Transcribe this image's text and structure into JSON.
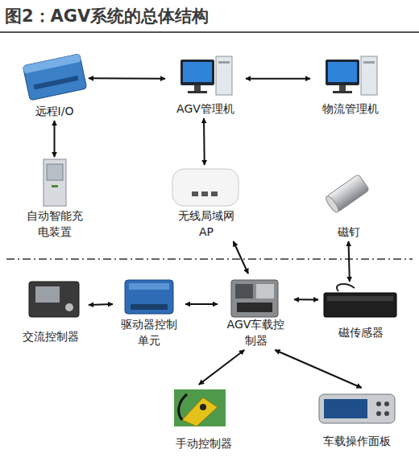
{
  "diagram": {
    "title": "图2：AGV系统的总体结构",
    "nodes": [
      {
        "text": [
          "远程I/O"
        ]
      },
      {
        "text": [
          "AGV管理机"
        ]
      },
      {
        "text": [
          "物流管理机"
        ]
      },
      {
        "text": [
          "自动智能充 电装置"
        ]
      },
      {
        "text": [
          "无线局域网 AP"
        ]
      },
      {
        "text": [
          "磁钉"
        ]
      },
      {
        "text": [
          "交流控制器"
        ]
      },
      {
        "text": [
          "驱动器控制 单元"
        ]
      },
      {
        "text": [
          "AGV车载控 制器"
        ]
      },
      {
        "text": [
          "磁传感器"
        ]
      },
      {
        "text": [
          "手动控制器"
        ]
      },
      {
        "text": [
          "车载操作面板"
        ]
      }
    ],
    "edges": [
      {
        "from": 0,
        "to": 1,
        "arrow": "both"
      },
      {
        "from": 1,
        "to": 2,
        "arrow": "both"
      },
      {
        "from": 0,
        "to": 3,
        "arrow": "both"
      },
      {
        "from": 1,
        "to": 4,
        "arrow": "both"
      },
      {
        "from": 4,
        "to": 8,
        "arrow": "both"
      },
      {
        "from": 5,
        "to": 9,
        "arrow": "both"
      },
      {
        "from": 6,
        "to": 7,
        "arrow": "both"
      },
      {
        "from": 7,
        "to": 8,
        "arrow": "both"
      },
      {
        "from": 8,
        "to": 9,
        "arrow": "both"
      },
      {
        "from": 8,
        "to": 10,
        "arrow": "both"
      },
      {
        "from": 8,
        "to": 11,
        "arrow": "both"
      }
    ]
  }
}
